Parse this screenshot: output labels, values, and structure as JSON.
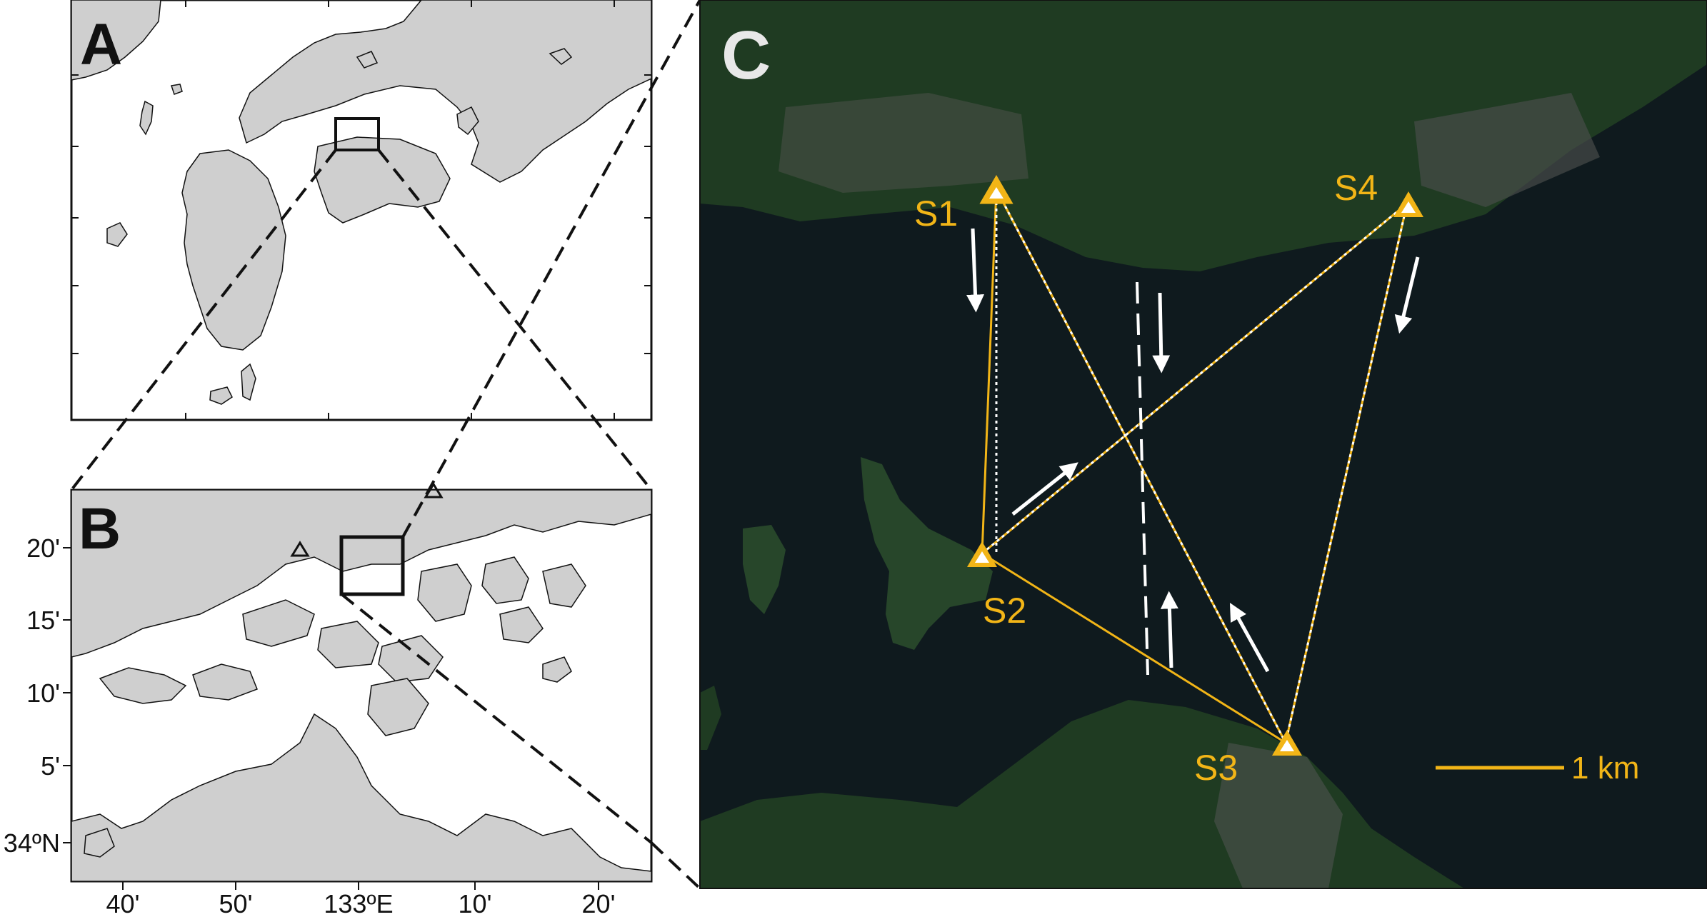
{
  "panels": {
    "a": {
      "letter": "A"
    },
    "b": {
      "letter": "B"
    },
    "c": {
      "letter": "C"
    }
  },
  "axis_b": {
    "lat_ticks": [
      "20'",
      "15'",
      "10'",
      "5'",
      "34ºN"
    ],
    "lon_ticks": [
      "40'",
      "50'",
      "133ºE",
      "10'",
      "20'"
    ]
  },
  "sites": [
    "S1",
    "S2",
    "S3",
    "S4"
  ],
  "scale_bar": {
    "label": "1 km"
  },
  "colors": {
    "land": "#cfcfcf",
    "sea": "#ffffff",
    "satellite_water": "#0f1a1e",
    "satellite_land": "#1f3b22",
    "path_gold": "#f2b517",
    "arrow_white": "#ffffff"
  }
}
